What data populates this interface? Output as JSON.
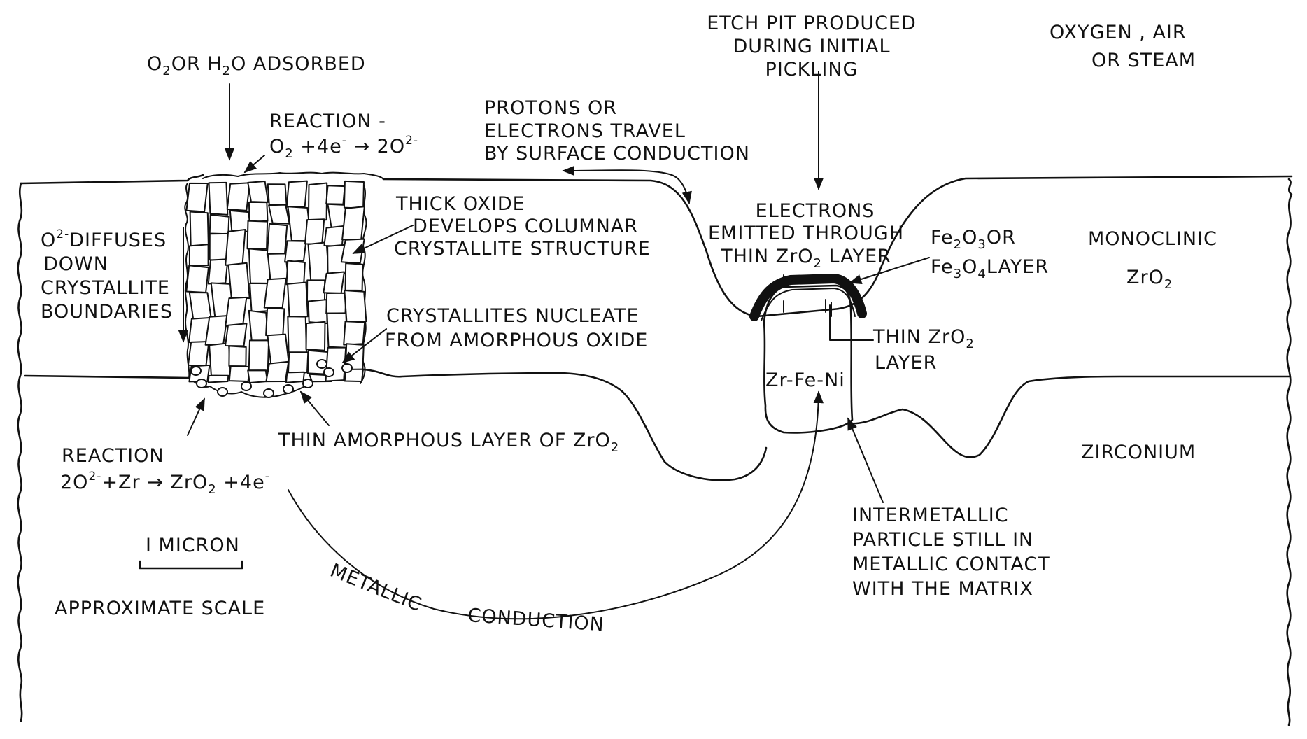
{
  "labels": {
    "adsorbed": {
      "a": "O",
      "a_sub": "2",
      "b": "OR H",
      "b_sub": "2",
      "c": "O ADSORBED"
    },
    "reaction_top_1": "REACTION -",
    "reaction_top_2": {
      "a": "O",
      "a_sub": "2",
      "b": " +4e",
      "b_sup": "-",
      "c": " → 2O",
      "c_sup": "2-"
    },
    "protons_1": "PROTONS OR",
    "protons_2": "ELECTRONS  TRAVEL",
    "protons_3": "BY SURFACE  CONDUCTION",
    "etch_pit_1": "ETCH PIT PRODUCED",
    "etch_pit_2": "DURING INITIAL",
    "etch_pit_3": "PICKLING",
    "oxygen_1": "OXYGEN , AIR",
    "oxygen_2": "OR  STEAM",
    "diffuses": {
      "a": "O",
      "a_sup": "2-",
      "b": "DIFFUSES"
    },
    "diffuses_2": "DOWN",
    "diffuses_3": "CRYSTALLITE",
    "diffuses_4": "BOUNDARIES",
    "thick_oxide_1": "THICK OXIDE",
    "thick_oxide_2": "DEVELOPS COLUMNAR",
    "thick_oxide_3": "CRYSTALLITE STRUCTURE",
    "electrons_1": "ELECTRONS",
    "electrons_2": "EMITTED THROUGH",
    "electrons_3": {
      "a": "THIN  ZrO",
      "a_sub": "2",
      "b": " LAYER"
    },
    "fe_layer_1": {
      "a": "Fe",
      "a_sub": "2",
      "b": "O",
      "b_sub": "3",
      "c": "OR"
    },
    "fe_layer_2": {
      "a": "Fe",
      "a_sub": "3",
      "b": "O",
      "b_sub": "4",
      "c": "LAYER"
    },
    "monoclinic_1": "MONOCLINIC",
    "monoclinic_2": {
      "a": "ZrO",
      "a_sub": "2"
    },
    "crystallites_1": "CRYSTALLITES NUCLEATE",
    "crystallites_2": "FROM AMORPHOUS OXIDE",
    "thin_zro2_1": {
      "a": "THIN ZrO",
      "a_sub": "2"
    },
    "thin_zro2_2": "LAYER",
    "particle": "Zr-Fe-Ni",
    "reaction_bottom_1": "REACTION",
    "reaction_bottom_2": {
      "a": "2O",
      "a_sup": "2-",
      "b": "+Zr → ZrO",
      "b_sub": "2",
      "c": " +4e",
      "c_sup": "-"
    },
    "amorphous": {
      "a": "THIN AMORPHOUS LAYER OF ZrO",
      "a_sub": "2"
    },
    "zirconium": "ZIRCONIUM",
    "scale_value": "I MICRON",
    "scale_caption": "APPROXIMATE SCALE",
    "metallic": "METALLIC",
    "conduction": "CONDUCTION",
    "intermetallic_1": "INTERMETALLIC",
    "intermetallic_2": "PARTICLE STILL IN",
    "intermetallic_3": "METALLIC CONTACT",
    "intermetallic_4": "WITH THE MATRIX"
  }
}
